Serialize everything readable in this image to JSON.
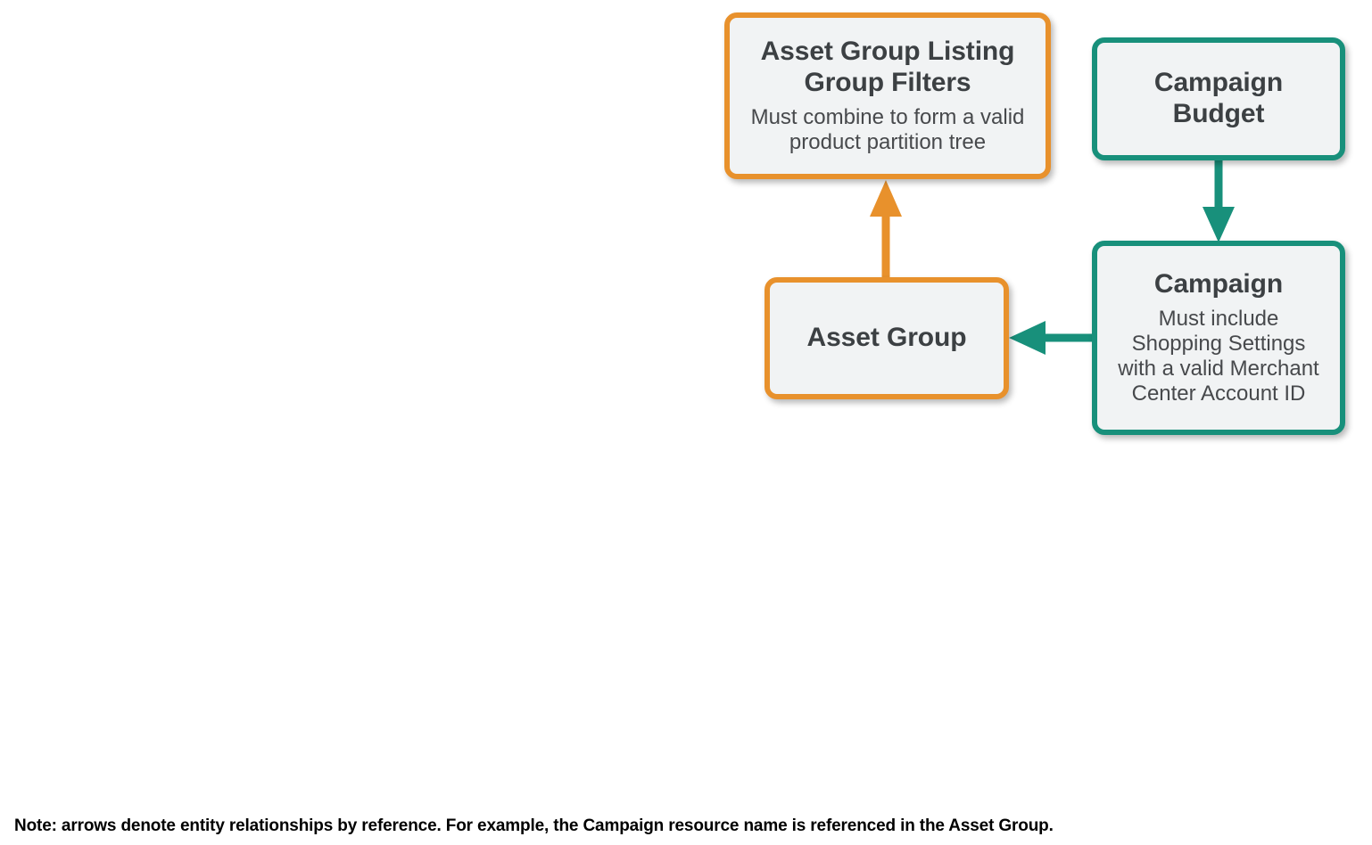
{
  "diagram": {
    "background_color": "#ffffff",
    "palette": {
      "orange": "#e8912c",
      "teal": "#18907b",
      "node_fill": "#f1f3f4",
      "title_text": "#3c4043",
      "subtitle_text": "#47494c",
      "footnote_text": "#000000"
    },
    "nodes": [
      {
        "id": "asset-group-listing-group-filters",
        "title": "Asset Group Listing\nGroup Filters",
        "subtitle": "Must combine to form a valid\nproduct partition tree",
        "color": "orange"
      },
      {
        "id": "campaign-budget",
        "title": "Campaign\nBudget",
        "subtitle": "",
        "color": "teal"
      },
      {
        "id": "asset-group",
        "title": "Asset Group",
        "subtitle": "",
        "color": "orange"
      },
      {
        "id": "campaign",
        "title": "Campaign",
        "subtitle": "Must include\nShopping Settings\nwith a valid Merchant\nCenter Account ID",
        "color": "teal"
      }
    ],
    "edges": [
      {
        "id": "asset-group-to-listing-group-filters",
        "from": "asset-group",
        "to": "asset-group-listing-group-filters",
        "direction": "up",
        "color": "orange"
      },
      {
        "id": "campaign-budget-to-campaign",
        "from": "campaign-budget",
        "to": "campaign",
        "direction": "down",
        "color": "teal"
      },
      {
        "id": "campaign-to-asset-group",
        "from": "campaign",
        "to": "asset-group",
        "direction": "left",
        "color": "teal"
      }
    ],
    "footnote": "Note: arrows denote entity relationships by reference. For example, the Campaign resource name is referenced in the Asset Group."
  }
}
